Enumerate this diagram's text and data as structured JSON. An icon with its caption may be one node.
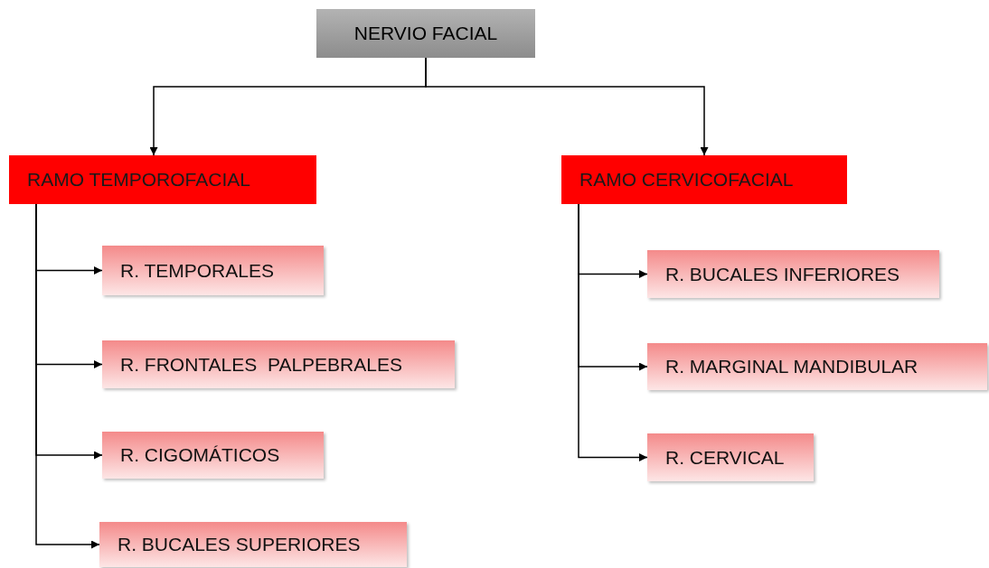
{
  "diagram": {
    "nodes": [
      {
        "text": [
          "NERVIO FACIAL"
        ]
      },
      {
        "text": [
          "RAMO TEMPOROFACIAL"
        ]
      },
      {
        "text": [
          "RAMO CERVICOFACIAL"
        ]
      },
      {
        "text": [
          "R. TEMPORALES"
        ]
      },
      {
        "text": [
          "R. FRONTALES  PALPEBRALES"
        ]
      },
      {
        "text": [
          "R. CIGOMÁTICOS"
        ]
      },
      {
        "text": [
          "R. BUCALES SUPERIORES"
        ]
      },
      {
        "text": [
          "R. BUCALES INFERIORES"
        ]
      },
      {
        "text": [
          "R. MARGINAL MANDIBULAR"
        ]
      },
      {
        "text": [
          "R. CERVICAL"
        ]
      }
    ],
    "edges": [
      {
        "from": 0,
        "to": 1,
        "arrow": "to"
      },
      {
        "from": 0,
        "to": 2,
        "arrow": "to"
      },
      {
        "from": 1,
        "to": 3,
        "arrow": "to"
      },
      {
        "from": 1,
        "to": 4,
        "arrow": "to"
      },
      {
        "from": 1,
        "to": 5,
        "arrow": "to"
      },
      {
        "from": 1,
        "to": 6,
        "arrow": "to"
      },
      {
        "from": 2,
        "to": 7,
        "arrow": "to"
      },
      {
        "from": 2,
        "to": 8,
        "arrow": "to"
      },
      {
        "from": 2,
        "to": 9,
        "arrow": "to"
      }
    ]
  }
}
